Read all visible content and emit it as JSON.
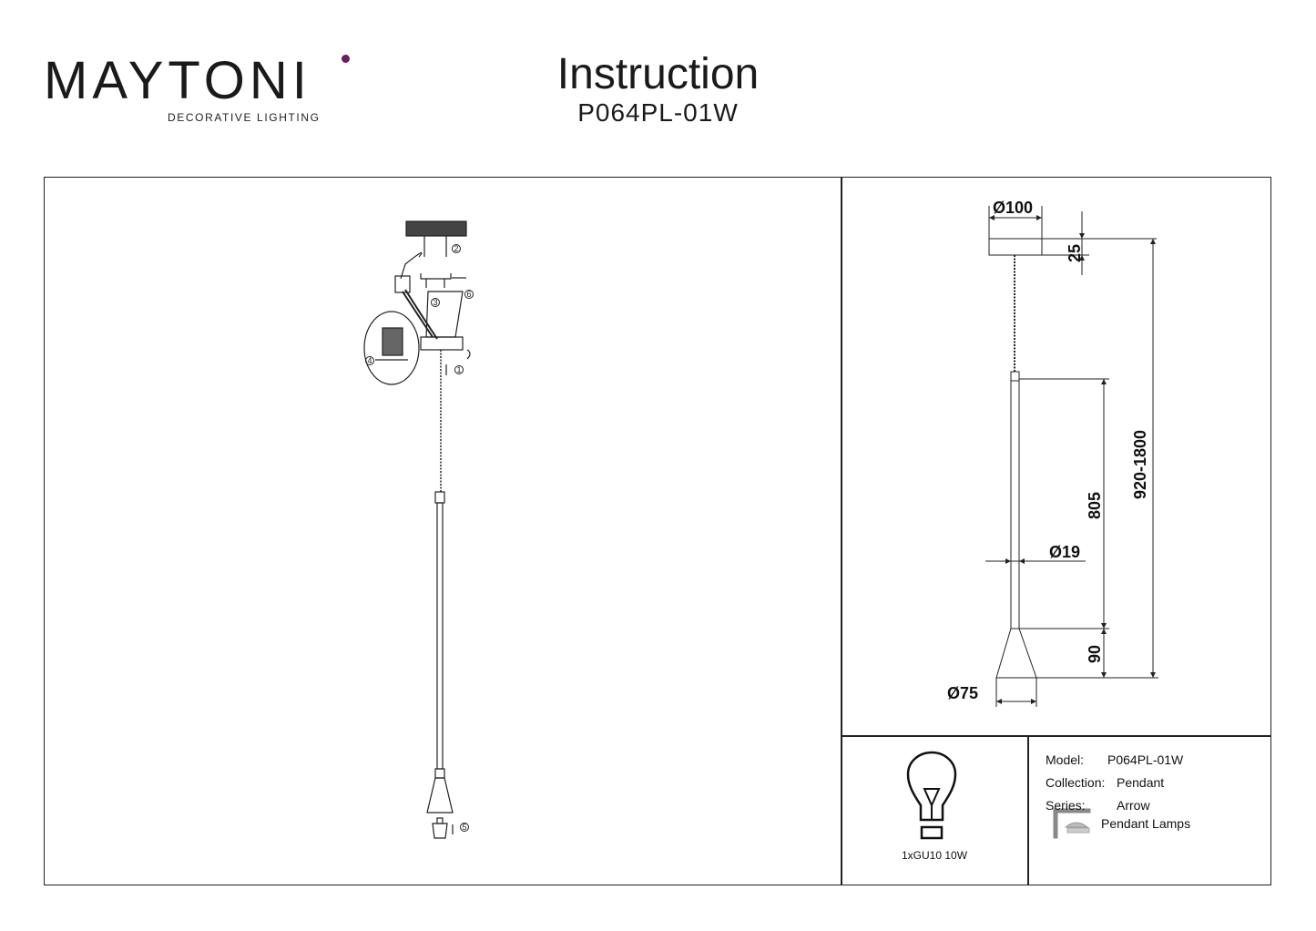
{
  "brand": {
    "name": "MAYTONI",
    "tagline": "DECORATIVE LIGHTING",
    "accent_color": "#6b1e5e"
  },
  "document": {
    "title": "Instruction",
    "model": "P064PL-01W"
  },
  "dimensions": {
    "canopy_diameter": "Ø100",
    "canopy_height": "25",
    "total_height": "920-1800",
    "rod_length": "805",
    "rod_diameter": "Ø19",
    "shade_height": "90",
    "shade_diameter": "Ø75"
  },
  "assembly_steps": [
    "1",
    "2",
    "3",
    "4",
    "5",
    "6"
  ],
  "bulb": {
    "icon": "light-bulb-icon",
    "label": "1xGU10 10W"
  },
  "specs": {
    "model_label": "Model:",
    "model_value": "P064PL-01W",
    "collection_label": "Collection:",
    "collection_value": "Pendant",
    "series_label": "Series:",
    "series_value": "Arrow",
    "category_icon": "pendant-lamp-icon",
    "category_value": "Pendant Lamps"
  }
}
